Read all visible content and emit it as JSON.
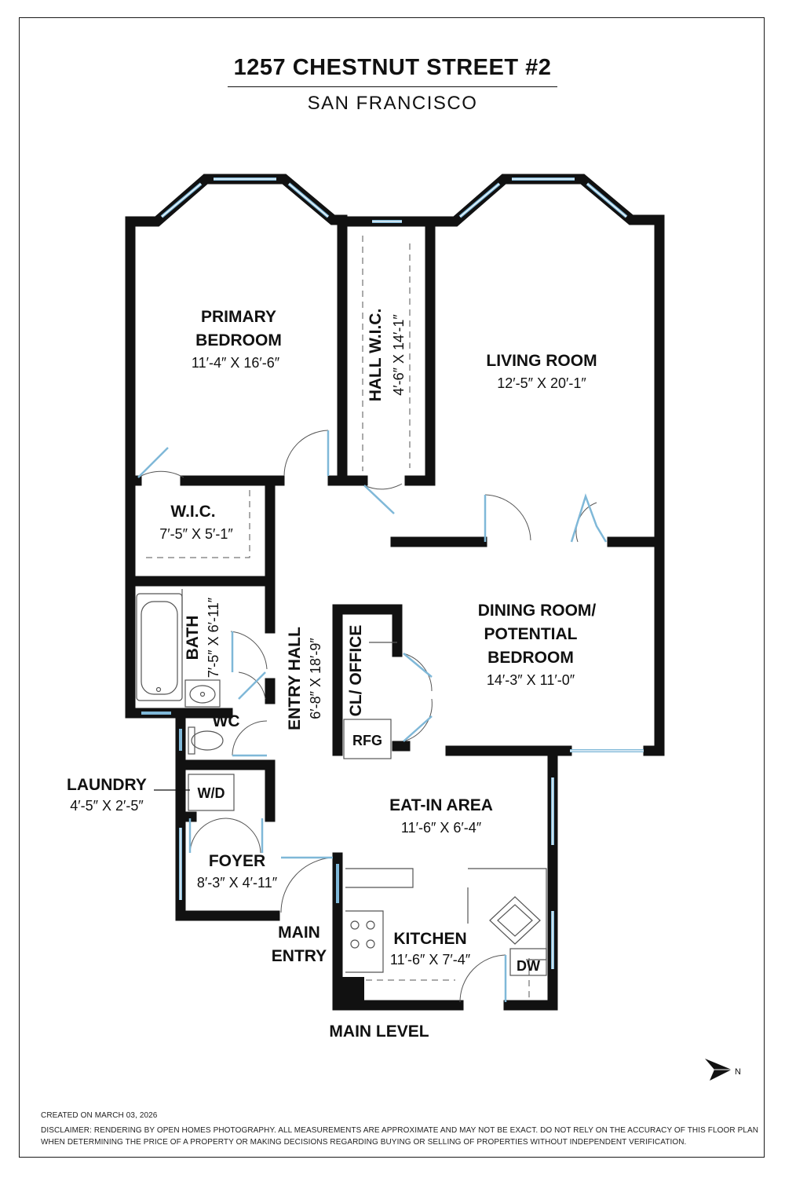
{
  "header": {
    "title": "1257 CHESTNUT STREET #2",
    "subtitle": "SAN FRANCISCO"
  },
  "rooms": {
    "primary_bedroom": {
      "name_line1": "PRIMARY",
      "name_line2": "BEDROOM",
      "dims": "11′-4″ X 16′-6″"
    },
    "hall_wic": {
      "name": "HALL W.I.C.",
      "dims": "4′-6″ X 14′-1″"
    },
    "living_room": {
      "name": "LIVING ROOM",
      "dims": "12′-5″ X 20′-1″"
    },
    "wic": {
      "name": "W.I.C.",
      "dims": "7′-5″ X 5′-1″"
    },
    "bath": {
      "name": "BATH",
      "dims": "7′-5″ X 6′-11″"
    },
    "entry_hall": {
      "name": "ENTRY HALL",
      "dims": "6′-8″ X 18′-9″"
    },
    "cl_office": {
      "name": "CL/ OFFICE"
    },
    "rfg": {
      "name": "RFG"
    },
    "dining_room": {
      "name_line1": "DINING ROOM/",
      "name_line2": "POTENTIAL",
      "name_line3": "BEDROOM",
      "dims": "14′-3″ X 11′-0″"
    },
    "wc": {
      "name": "WC"
    },
    "laundry": {
      "name": "LAUNDRY",
      "dims": "4′-5″ X 2′-5″"
    },
    "wd": {
      "name": "W/D"
    },
    "eat_in": {
      "name": "EAT-IN AREA",
      "dims": "11′-6″ X 6′-4″"
    },
    "foyer": {
      "name": "FOYER",
      "dims": "8′-3″ X 4′-11″"
    },
    "main_entry": {
      "name_line1": "MAIN",
      "name_line2": "ENTRY"
    },
    "kitchen": {
      "name": "KITCHEN",
      "dims": "11′-6″ X 7′-4″"
    },
    "dw": {
      "name": "DW"
    }
  },
  "level_label": "MAIN LEVEL",
  "compass": {
    "letter": "N",
    "icon": "north-arrow-icon"
  },
  "footer": {
    "created": "CREATED ON MARCH 03, 2026",
    "disclaimer_line1": "DISCLAIMER: RENDERING BY OPEN HOMES PHOTOGRAPHY. ALL MEASUREMENTS ARE APPROXIMATE AND MAY NOT BE EXACT. DO NOT RELY ON THE ACCURACY OF THIS FLOOR PLAN",
    "disclaimer_line2": "WHEN DETERMINING THE PRICE OF A PROPERTY OR MAKING DECISIONS REGARDING BUYING OR SELLING OF PROPERTIES WITHOUT INDEPENDENT VERIFICATION."
  },
  "colors": {
    "wall": "#111111",
    "window": "#7fb8d8",
    "background": "#ffffff"
  }
}
